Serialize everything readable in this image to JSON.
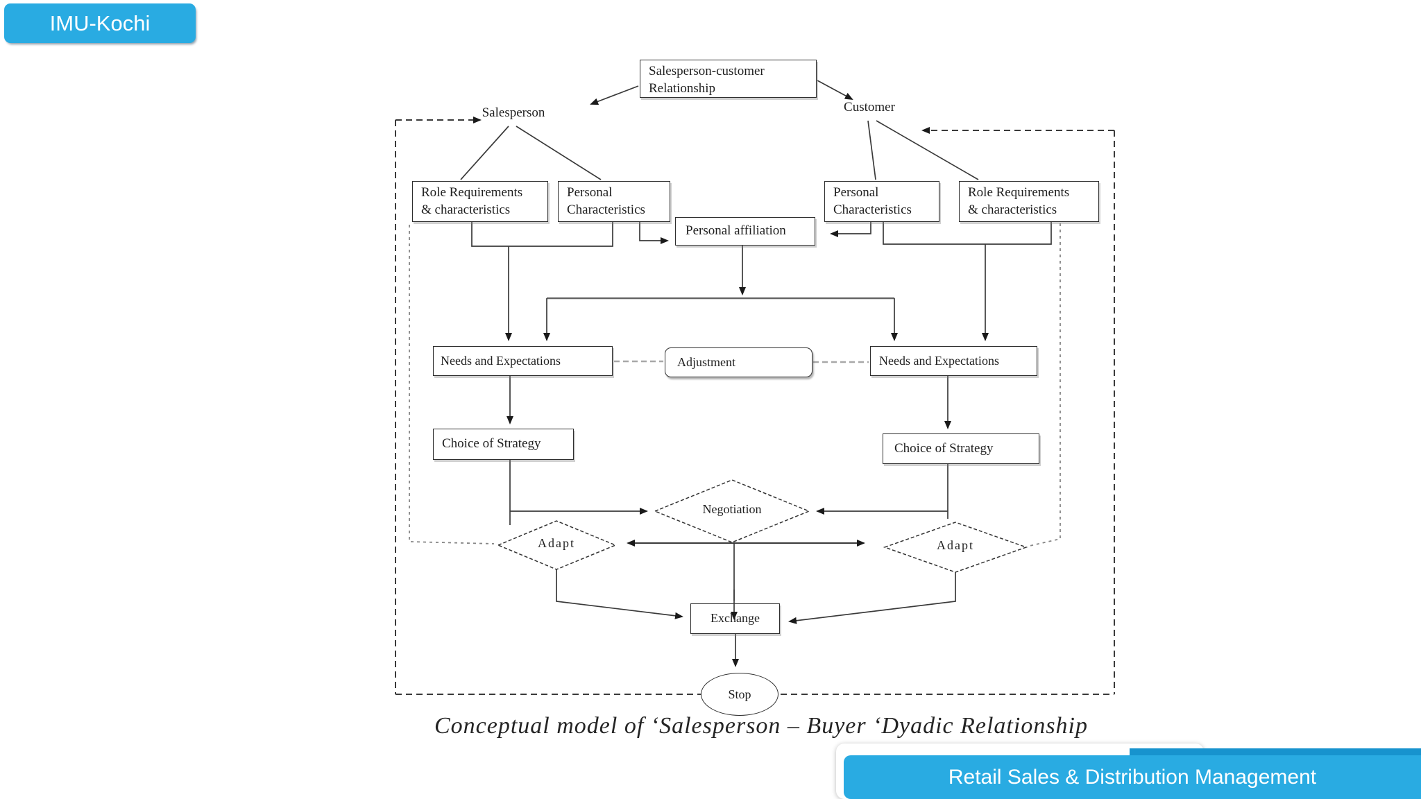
{
  "header_badge": {
    "label": "IMU-Kochi"
  },
  "footer_badge": {
    "label": "Retail Sales & Distribution Management"
  },
  "colors": {
    "badge_blue": "#29ABE2",
    "badge_blue_dark": "#1793CE",
    "badge_text": "#ffffff",
    "diagram_line": "#3a3a3a",
    "dashed_gray": "#9a9a9a"
  },
  "diagram": {
    "caption": "Conceptual model of ‘Salesperson – Buyer ‘Dyadic Relationship",
    "nodes": {
      "relationship": {
        "line1": "Salesperson-customer",
        "line2": "Relationship"
      },
      "salesperson": {
        "label": "Salesperson"
      },
      "customer": {
        "label": "Customer"
      },
      "role_req_left": {
        "line1": "Role Requirements",
        "line2": "& characteristics"
      },
      "personal_char_left": {
        "line1": "Personal",
        "line2": "Characteristics"
      },
      "personal_affiliation": {
        "label": "Personal affiliation"
      },
      "personal_char_right": {
        "line1": "Personal",
        "line2": "Characteristics"
      },
      "role_req_right": {
        "line1": "Role Requirements",
        "line2": "& characteristics"
      },
      "needs_left": {
        "label": "Needs and  Expectations"
      },
      "adjustment": {
        "label": "Adjustment"
      },
      "needs_right": {
        "label": "Needs and Expectations"
      },
      "choice_left": {
        "label": "Choice of Strategy"
      },
      "choice_right": {
        "label": "Choice of Strategy"
      },
      "negotiation": {
        "label": "Negotiation"
      },
      "adapt_left": {
        "label": "Adapt"
      },
      "adapt_right": {
        "label": "Adapt"
      },
      "exchange": {
        "label": "Exchange"
      },
      "stop": {
        "label": "Stop"
      }
    }
  }
}
